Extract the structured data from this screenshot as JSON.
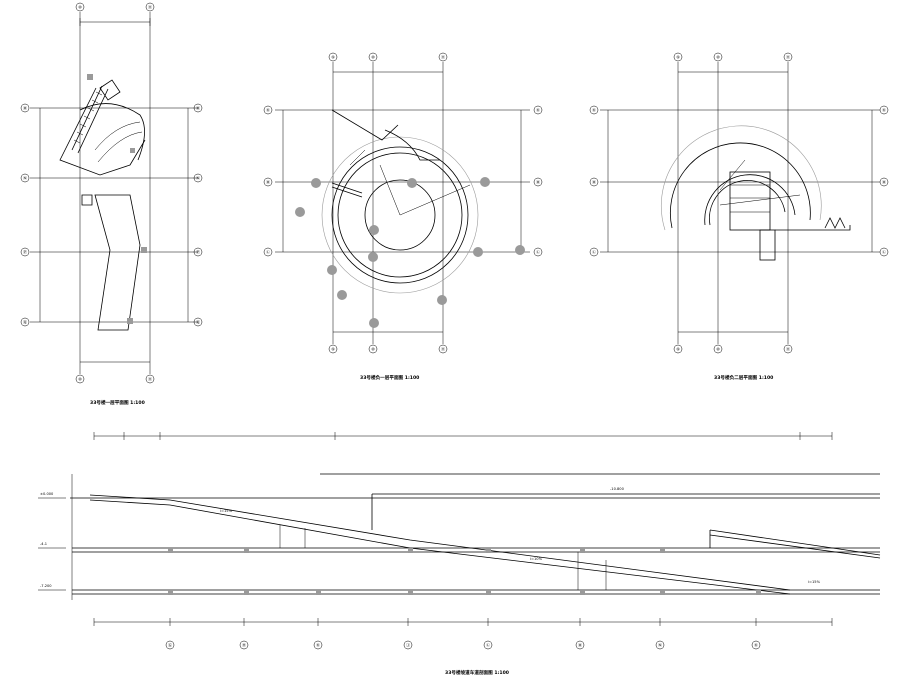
{
  "titles": {
    "plan_left": "33号楼一层平面图 1:100",
    "plan_mid": "33号楼负一层平面图 1:100",
    "plan_right": "33号楼负二层平面图 1:100",
    "section": "33号楼坡道车道剖面图 1:100"
  },
  "left_plan": {
    "bubbles_top": [
      "⑩",
      "⑪"
    ],
    "bubbles_bottom": [
      "⑩",
      "⑪"
    ],
    "bubbles_left": [
      "Ⓜ",
      "Ⓝ",
      "Ⓟ",
      "Ⓠ"
    ],
    "bubbles_right": [
      "Ⓜ",
      "Ⓝ",
      "Ⓟ",
      "Ⓠ"
    ]
  },
  "mid_plan": {
    "bubbles_top": [
      "⑨",
      "⑩",
      "⑪"
    ],
    "bubbles_bottom": [
      "⑨",
      "⑩",
      "⑪"
    ],
    "bubbles_left": [
      "Ⓚ",
      "Ⓜ",
      "Ⓛ"
    ],
    "bubbles_right": [
      "Ⓚ",
      "Ⓜ",
      "Ⓛ"
    ]
  },
  "right_plan": {
    "bubbles_top": [
      "⑨",
      "⑩",
      "⑪"
    ],
    "bubbles_bottom": [
      "⑨",
      "⑩",
      "⑪"
    ],
    "bubbles_left": [
      "Ⓚ",
      "Ⓜ",
      "Ⓛ"
    ],
    "bubbles_right": [
      "Ⓚ",
      "Ⓜ",
      "Ⓛ"
    ]
  },
  "section": {
    "axis_bubbles": [
      "Ⓖ",
      "Ⓗ",
      "Ⓚ",
      "Ⓙ",
      "Ⓛ",
      "Ⓜ",
      "Ⓝ",
      "Ⓚ"
    ],
    "level_labels": [
      "±0.000",
      "-4.1",
      "-7.200",
      "-10.800"
    ],
    "slope_labels": [
      "i=15%",
      "i=10%",
      "i=15%"
    ]
  }
}
